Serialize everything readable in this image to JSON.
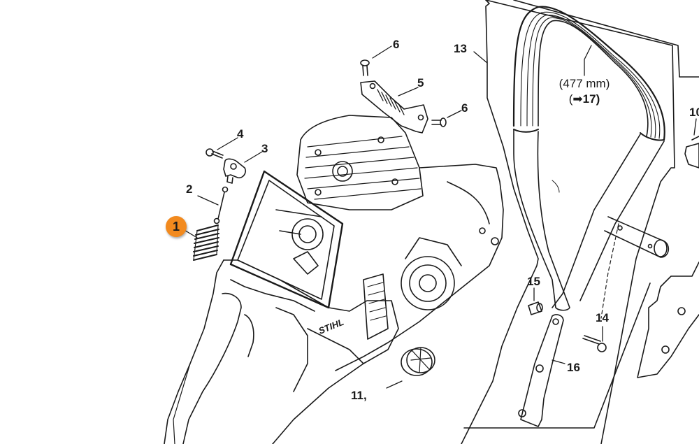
{
  "diagram": {
    "title": "Chainsaw parts diagram - crankcase, AV springs and handlebar",
    "highlighted_part": "1",
    "highlight_color": "#f28a1e",
    "callouts": [
      {
        "id": "1",
        "label": "1",
        "part": "spring (highlighted)"
      },
      {
        "id": "2",
        "label": "2",
        "part": "rod"
      },
      {
        "id": "3",
        "label": "3",
        "part": "bracket"
      },
      {
        "id": "4",
        "label": "4",
        "part": "screw"
      },
      {
        "id": "5",
        "label": "5",
        "part": "annular buffer / spring"
      },
      {
        "id": "6a",
        "label": "6",
        "part": "screw"
      },
      {
        "id": "6b",
        "label": "6",
        "part": "screw"
      },
      {
        "id": "10",
        "label": "10",
        "part": "plug"
      },
      {
        "id": "11",
        "label": "11,",
        "part": "plug"
      },
      {
        "id": "13",
        "label": "13",
        "part": "handlebar group"
      },
      {
        "id": "14",
        "label": "14",
        "part": "screw"
      },
      {
        "id": "15",
        "label": "15",
        "part": "sleeve"
      },
      {
        "id": "16",
        "label": "16",
        "part": "guard"
      }
    ],
    "handlebar_dimension": "(477 mm)",
    "handlebar_ref_arrow": "➡",
    "handlebar_ref": "17)",
    "handlebar_ref_open": "(",
    "brand_mark": "STIHL"
  }
}
